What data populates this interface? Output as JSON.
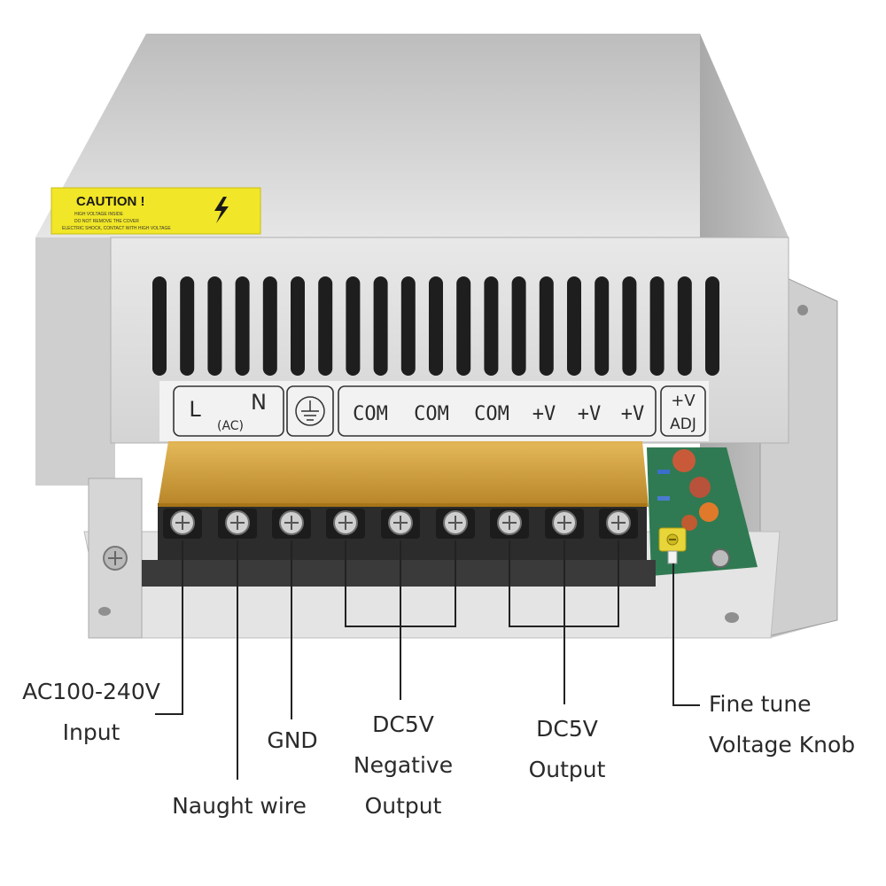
{
  "caution": {
    "title": "CAUTION !",
    "lines": [
      "HIGH VOLTAGE INSIDE",
      "DO NOT REMOVE THE COVER",
      "ELECTRIC SHOCK, CONTACT WITH HIGH VOLTAGE"
    ]
  },
  "terminal_panel": {
    "ac_group": {
      "l": "L",
      "n": "N",
      "sub": "(AC)"
    },
    "outputs": [
      "COM",
      "COM",
      "COM",
      "+V",
      "+V",
      "+V"
    ],
    "adj": {
      "top": "+V",
      "bottom": "ADJ"
    }
  },
  "terminal_count": 9,
  "callouts": {
    "ac_input": [
      "AC100-240V",
      "Input"
    ],
    "neutral": "Naught wire",
    "gnd": "GND",
    "dc_negative": [
      "DC5V",
      "Negative",
      "Output"
    ],
    "dc_output": [
      "DC5V",
      "Output"
    ],
    "fine_tune": [
      "Fine tune",
      "Voltage Knob"
    ]
  },
  "colors": {
    "housing": "#d9d9d9",
    "caution_label": "#f1e627",
    "terminal_cover": "#c9931f",
    "terminal_block": "#2c2c2c",
    "pcb": "#2f7a52",
    "leader_line": "#222222"
  }
}
